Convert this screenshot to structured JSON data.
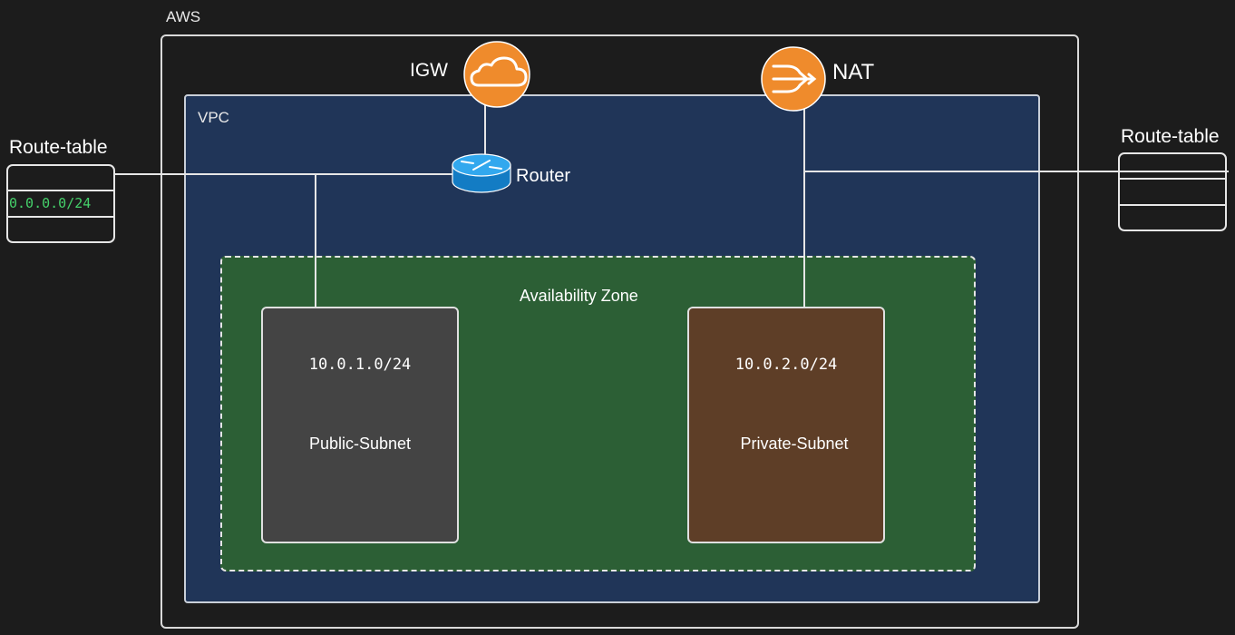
{
  "aws": {
    "label": "AWS"
  },
  "vpc": {
    "label": "VPC"
  },
  "igw": {
    "label": "IGW",
    "icon": "cloud-icon",
    "color": "#ef8b2c"
  },
  "nat": {
    "label": "NAT",
    "icon": "nat-gateway-icon",
    "color": "#ef8b2c"
  },
  "router": {
    "label": "Router",
    "icon": "router-icon",
    "color": "#1e8fd6"
  },
  "availability_zone": {
    "label": "Availability Zone"
  },
  "subnets": [
    {
      "cidr": "10.0.1.0/24",
      "name": "Public-Subnet",
      "color": "#444444"
    },
    {
      "cidr": "10.0.2.0/24",
      "name": "Private-Subnet",
      "color": "#5e3e27"
    }
  ],
  "route_tables": [
    {
      "title": "Route-table",
      "entries": [
        "0.0.0.0/24"
      ]
    },
    {
      "title": "Route-table",
      "entries": []
    }
  ],
  "colors": {
    "background": "#1c1c1c",
    "vpc": "#203558",
    "availability_zone": "#2c5f35",
    "route_entry": "#45d06a"
  }
}
